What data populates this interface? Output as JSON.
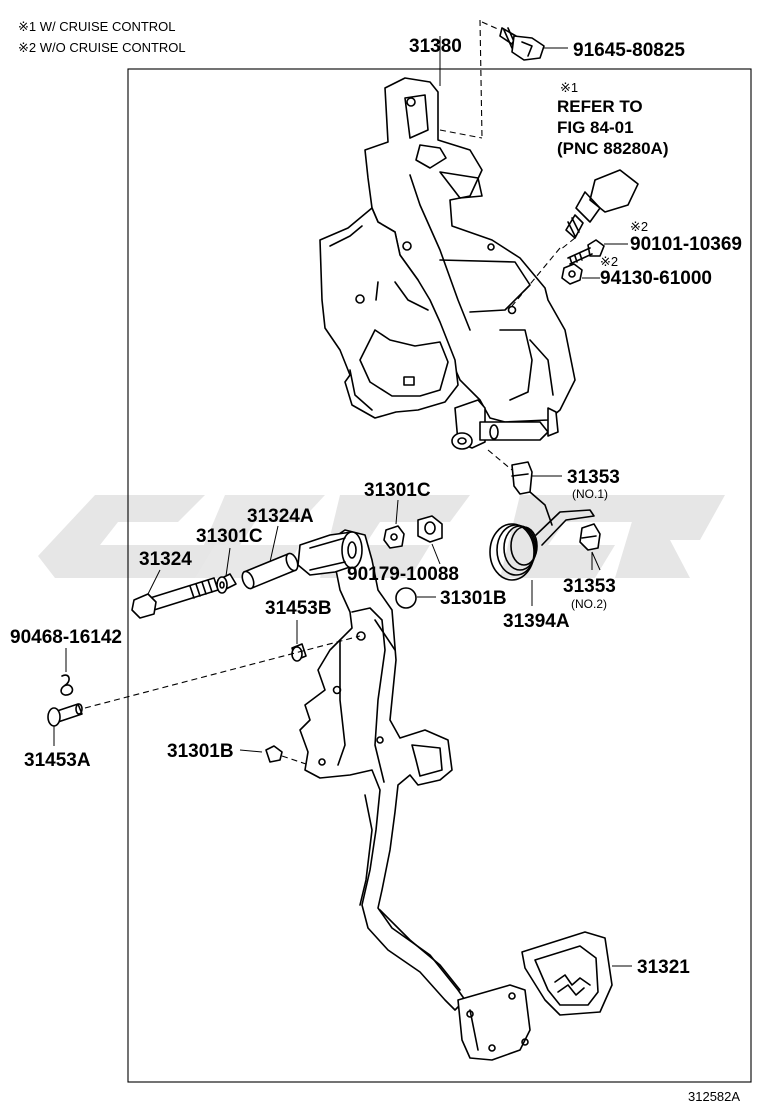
{
  "notes": {
    "note1": "※1 W/ CRUISE CONTROL",
    "note2": "※2 W/O CRUISE CONTROL"
  },
  "refer": {
    "mark": "※1",
    "line1": "REFER TO",
    "line2": "FIG 84-01",
    "line3": "(PNC 88280A)"
  },
  "marks": {
    "m2a": "※2",
    "m2b": "※2"
  },
  "parts": {
    "p31380": "31380",
    "p91645": "91645-80825",
    "p90101": "90101-10369",
    "p94130": "94130-61000",
    "p31353a": "31353",
    "p31353a_sub": "(NO.1)",
    "p31301c_top": "31301C",
    "p31324a": "31324A",
    "p31301c_left": "31301C",
    "p31324": "31324",
    "p90179": "90179-10088",
    "p31353b": "31353",
    "p31353b_sub": "(NO.2)",
    "p31301b_right": "31301B",
    "p31394a": "31394A",
    "p31453b": "31453B",
    "p90468": "90468-16142",
    "p31453a": "31453A",
    "p31301b_left": "31301B",
    "p31321": "31321"
  },
  "figure_id": "312582A",
  "watermark_color": "#e6e6e6"
}
